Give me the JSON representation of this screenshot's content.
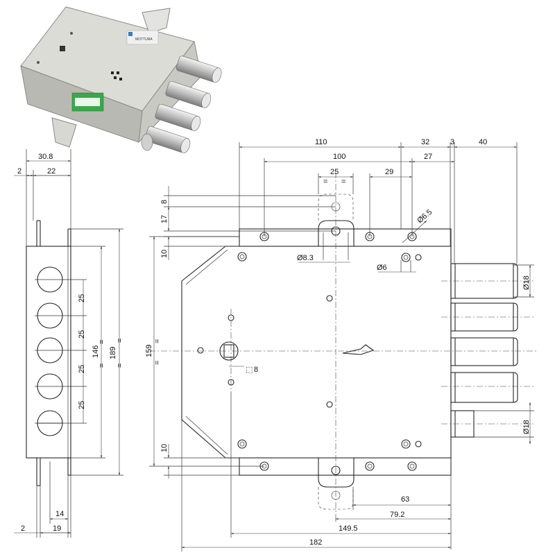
{
  "top_view": {
    "dims": {
      "d110": "110",
      "d32": "32",
      "d3": "3",
      "d40": "40",
      "d100": "100",
      "d27": "27",
      "d25": "25",
      "d29": "29"
    },
    "holes": {
      "d65": "Ø6.5",
      "d83": "Ø8.3",
      "d6": "Ø6"
    }
  },
  "left_dims": {
    "d8": "8",
    "d17": "17",
    "d10a": "10",
    "d159": "159",
    "d10b": "10"
  },
  "body": {
    "spindle": "8",
    "d18a": "Ø18",
    "d18b": "Ø18"
  },
  "side_view": {
    "d308": "30.8",
    "d2": "2",
    "d22": "22",
    "pitches": [
      "25",
      "25",
      "25",
      "25"
    ],
    "d146": "146",
    "d189": "189",
    "d2b": "2",
    "d14": "14",
    "d19": "19"
  },
  "bottom_dims": {
    "d63": "63",
    "d792": "79.2",
    "d1495": "149.5",
    "d182": "182"
  },
  "photo_label": {
    "brand": "MOTTURA"
  }
}
